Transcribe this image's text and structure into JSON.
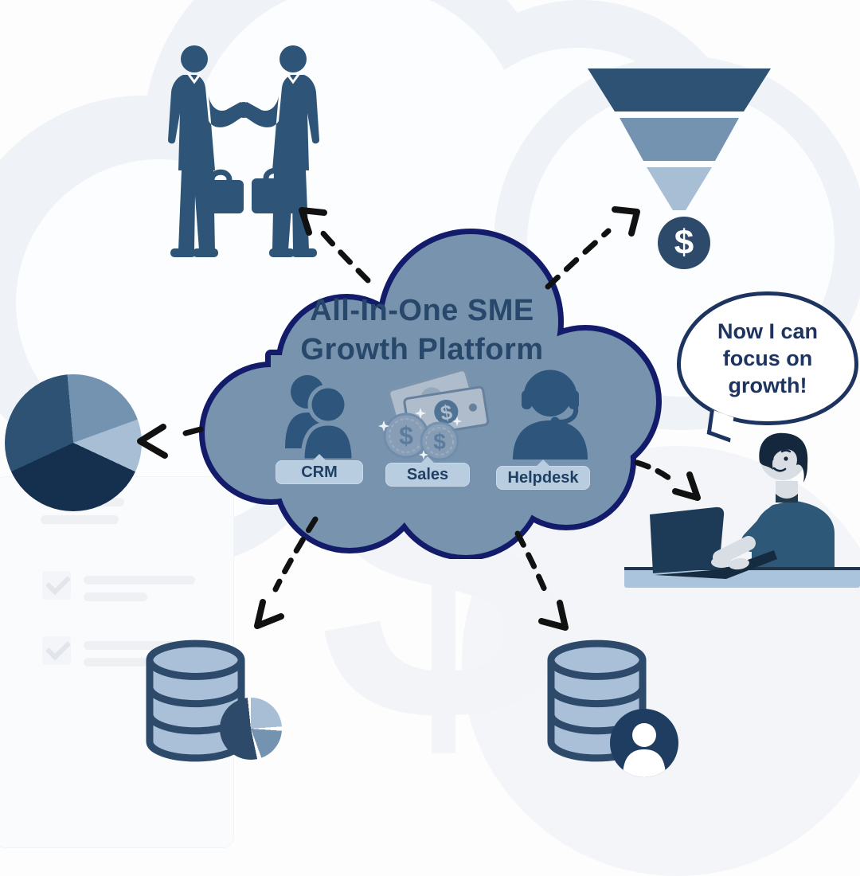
{
  "title": {
    "line1": "All-In-One SME",
    "line2": "Growth Platform"
  },
  "modules": [
    {
      "label": "CRM",
      "icon": "crm-users-icon"
    },
    {
      "label": "Sales",
      "icon": "sales-money-icon"
    },
    {
      "label": "Helpdesk",
      "icon": "helpdesk-agent-icon"
    }
  ],
  "speech_bubble": {
    "text": "Now I can focus on growth!"
  },
  "symbols": {
    "dollar": "$"
  },
  "watermark": "$",
  "palette": {
    "navy_outline": "#131c6b",
    "cloud_fill": "#7893ae",
    "icon_navy": "#2e567c",
    "label_bg": "#b9cde0",
    "label_text": "#1f3f63",
    "title_text": "#27476b",
    "pie_darkest": "#15304e",
    "blue_dark": "#2e5274",
    "blue_mid": "#7493b1",
    "blue_light": "#a7bed5",
    "coin_navy": "#2d4a6b",
    "db_fill": "#a9c0d8",
    "db_stroke": "#2d4a6b",
    "bubble_navy": "#1d3461",
    "arrow_black": "#111111",
    "shirt_blue": "#2d5878",
    "skin": "#d9dee4",
    "hair_navy": "#14273d",
    "desk_blue": "#aac4dd",
    "laptop_navy": "#1d3a57",
    "silhouette_navy": "#2e5577",
    "bg_shape": "#eff2f6",
    "paper": "#fafbfd",
    "paper_line": "#eef0f4",
    "badge_navy": "#1e3d60"
  }
}
